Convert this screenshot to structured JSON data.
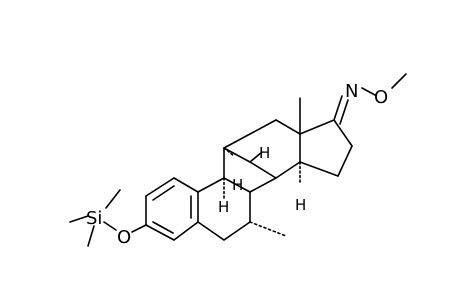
{
  "molecule": {
    "atom_labels": {
      "silicon": "Si",
      "ether_oxygen": "O",
      "oxime_nitrogen": "N",
      "oxime_oxygen": "O",
      "h_c9": "H",
      "h_c8": "H",
      "h_c11": "H",
      "h_c14": "H"
    },
    "line_color": "#000000",
    "background": "#ffffff"
  }
}
